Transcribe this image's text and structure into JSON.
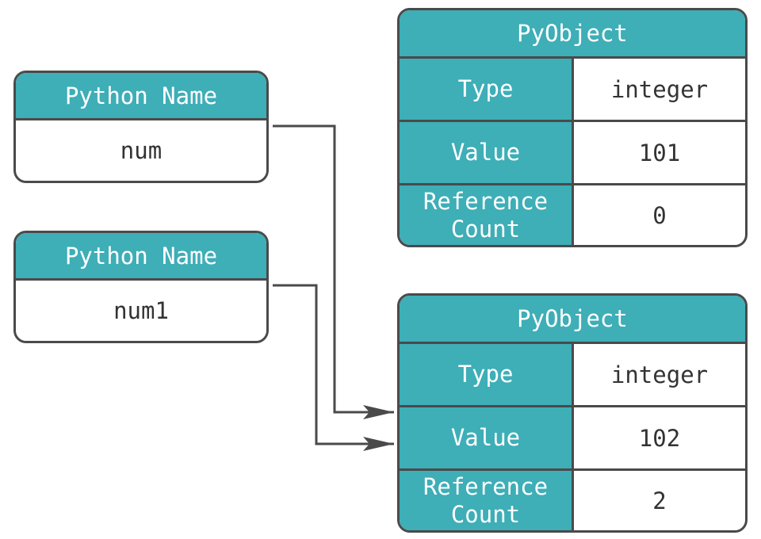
{
  "names": [
    {
      "header": "Python Name",
      "value": "num"
    },
    {
      "header": "Python Name",
      "value": "num1"
    }
  ],
  "objects": [
    {
      "header": "PyObject",
      "rows": [
        {
          "key": "Type",
          "value": "integer"
        },
        {
          "key": "Value",
          "value": "101"
        },
        {
          "key": "Reference\nCount",
          "value": "0"
        }
      ]
    },
    {
      "header": "PyObject",
      "rows": [
        {
          "key": "Type",
          "value": "integer"
        },
        {
          "key": "Value",
          "value": "102"
        },
        {
          "key": "Reference\nCount",
          "value": "2"
        }
      ]
    }
  ],
  "colors": {
    "header": "#3eaeb7",
    "border": "#4a4a4a",
    "arrow": "#4a4a4a"
  }
}
